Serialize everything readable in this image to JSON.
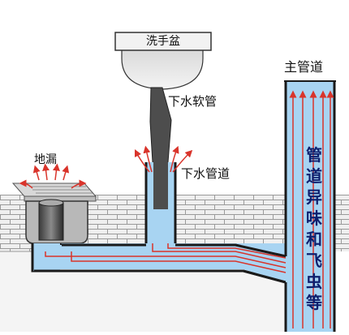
{
  "labels": {
    "sink": "洗手盆",
    "hose": "下水软管",
    "drain_pipe": "下水管道",
    "floor_drain": "地漏",
    "main_pipe": "主管道",
    "vertical_text": "管道异味和飞虫等"
  },
  "colors": {
    "water": "#a8d4f2",
    "pipe_wall": "#1a1a1a",
    "arrow": "#d9342b",
    "brick_line": "#9a9a9a",
    "ground_fill": "#eeeeee",
    "hose": "#4d4d4d",
    "vertical_text": "#0d1f6e"
  }
}
